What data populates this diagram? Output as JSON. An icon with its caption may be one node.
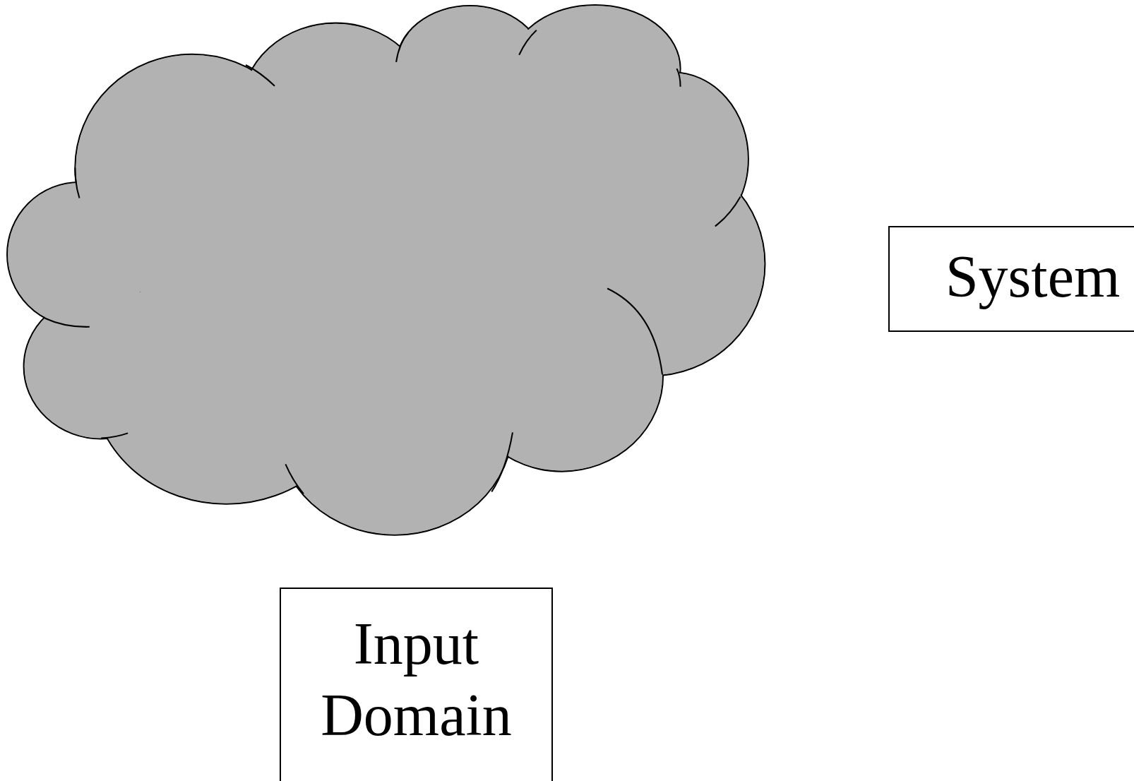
{
  "diagram": {
    "nodes": [
      {
        "text": [],
        "shape": "cloud"
      },
      {
        "text": [
          "System"
        ]
      },
      {
        "text": [
          "Input Domain"
        ]
      }
    ]
  }
}
